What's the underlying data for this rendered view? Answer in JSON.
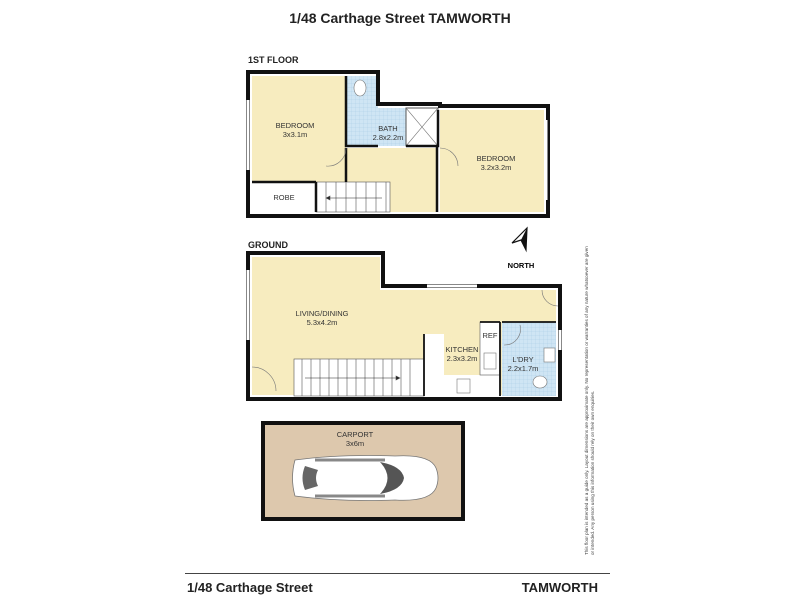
{
  "title": "1/48 Carthage Street TAMWORTH",
  "first_floor": {
    "label": "1ST FLOOR",
    "rooms": [
      {
        "name": "BEDROOM",
        "size": "3x3.1m"
      },
      {
        "name": "BATH",
        "size": "2.8x2.2m"
      },
      {
        "name": "BEDROOM",
        "size": "3.2x3.2m"
      },
      {
        "name": "ROBE"
      }
    ]
  },
  "ground": {
    "label": "GROUND",
    "rooms": [
      {
        "name": "LIVING/DINING",
        "size": "5.3x4.2m"
      },
      {
        "name": "KITCHEN",
        "size": "2.3x3.2m"
      },
      {
        "name": "REF"
      },
      {
        "name": "L'DRY",
        "size": "2.2x1.7m"
      }
    ]
  },
  "carport": {
    "name": "CARPORT",
    "size": "3x6m"
  },
  "north": {
    "label": "NORTH",
    "icon": "north-arrow-icon"
  },
  "disclaimer": "This floor plan is intended as a guide only. Layout dimensions are approximate only. No representation or warranties of any nature whatsoever are given or intended. Any person using this information should rely on their own enquiries.",
  "footer": {
    "address": "1/48 Carthage Street",
    "suburb": "TAMWORTH"
  },
  "colors": {
    "room": "#f7ecbf",
    "wet_area": "#cfe5f4",
    "carport": "#ddc8ad",
    "wall": "#111111"
  }
}
